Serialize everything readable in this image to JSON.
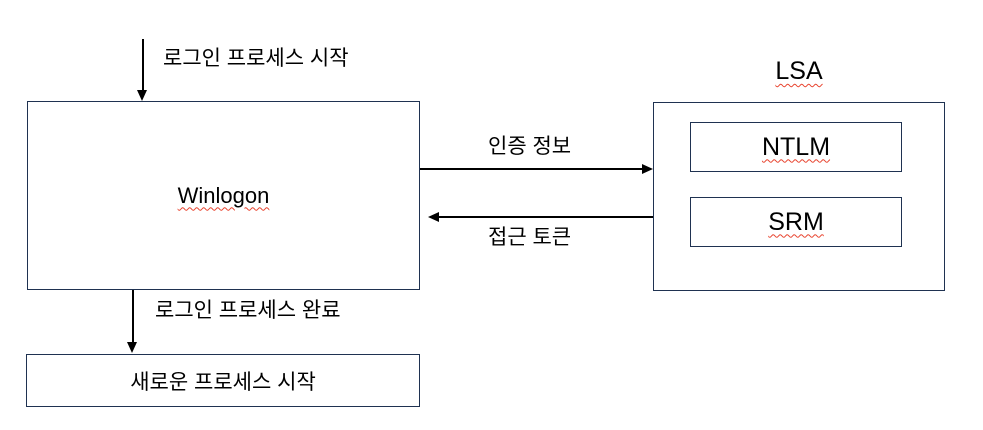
{
  "nodes": {
    "winlogon": "Winlogon",
    "lsa": "LSA",
    "ntlm": "NTLM",
    "srm": "SRM",
    "new_process": "새로운 프로세스 시작"
  },
  "labels": {
    "login_start": "로그인 프로세스 시작",
    "auth_info": "인증 정보",
    "access_token": "접근 토큰",
    "login_complete": "로그인 프로세스 완료"
  },
  "colors": {
    "background": "#ffffff",
    "box_border": "#1f3251",
    "arrow": "#000000",
    "text": "#000000",
    "spellcheck_squiggle": "#e8432e"
  }
}
